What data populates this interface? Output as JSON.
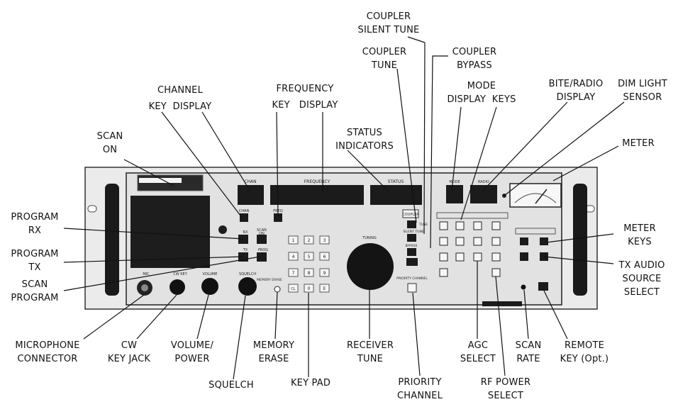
{
  "callouts": {
    "scan_on": [
      "SCAN",
      "ON"
    ],
    "channel": [
      "CHANNEL",
      "KEY  DISPLAY"
    ],
    "frequency": [
      "FREQUENCY",
      "KEY   DISPLAY"
    ],
    "status_indicators": [
      "STATUS",
      "INDICATORS"
    ],
    "coupler_silent_tune": [
      "COUPLER",
      "SILENT TUNE"
    ],
    "coupler_tune": [
      "COUPLER",
      "TUNE"
    ],
    "coupler_bypass": [
      "COUPLER",
      "BYPASS"
    ],
    "mode": [
      "MODE",
      "DISPLAY  KEYS"
    ],
    "bite_radio_display": [
      "BITE/RADIO",
      "DISPLAY"
    ],
    "dim_light_sensor": [
      "DIM LIGHT",
      "SENSOR"
    ],
    "meter": [
      "METER"
    ],
    "program_rx": [
      "PROGRAM",
      "RX"
    ],
    "program_tx": [
      "PROGRAM",
      "TX"
    ],
    "scan_program": [
      "SCAN",
      "PROGRAM"
    ],
    "meter_keys": [
      "METER",
      "KEYS"
    ],
    "tx_audio_source_select": [
      "TX AUDIO",
      "SOURCE",
      "SELECT"
    ],
    "microphone_connector": [
      "MICROPHONE",
      "CONNECTOR"
    ],
    "cw_key_jack": [
      "CW",
      "KEY JACK"
    ],
    "volume_power": [
      "VOLUME/",
      "POWER"
    ],
    "squelch": [
      "SQUELCH"
    ],
    "memory_erase": [
      "MEMORY",
      "ERASE"
    ],
    "key_pad": [
      "KEY PAD"
    ],
    "receiver_tune": [
      "RECEIVER",
      "TUNE"
    ],
    "priority_channel": [
      "PRIORITY",
      "CHANNEL"
    ],
    "agc_select": [
      "AGC",
      "SELECT"
    ],
    "rf_power_select": [
      "RF POWER",
      "SELECT"
    ],
    "scan_rate": [
      "SCAN",
      "RATE"
    ],
    "remote_key": [
      "REMOTE",
      "KEY (Opt.)"
    ]
  },
  "panel_text": {
    "chan": "CHAN",
    "frequency": "FREQUENCY",
    "status": "STATUS",
    "mode": "MODE",
    "radio": "RADIO",
    "tuning": "TUNING",
    "chan_key": "CHAN",
    "freq_key": "FREQ",
    "coupler_key": "COUPLER",
    "tune_key": "TUNE",
    "silent_tune_key": "SILENT TUNE",
    "bypass_key": "BYPASS",
    "scan_key": "SCAN",
    "on_key": "ON",
    "rx_key": "RX",
    "tx_key": "TX",
    "prog_key": "PROG",
    "mic": "MIC",
    "cw_key": "CW KEY",
    "volume": "VOLUME",
    "squelch": "SQUELCH",
    "memory_erase": "MEMORY ERASE",
    "priority_channel": "PRIORITY CHANNEL",
    "keypad": [
      "1",
      "2",
      "3",
      "4",
      "5",
      "6",
      "7",
      "8",
      "9",
      "CL",
      "0",
      "E"
    ]
  },
  "colors": {
    "ink": "#111111",
    "panel": "#e8e8e8",
    "display": "#1b1b1b",
    "knob": "#141414"
  }
}
